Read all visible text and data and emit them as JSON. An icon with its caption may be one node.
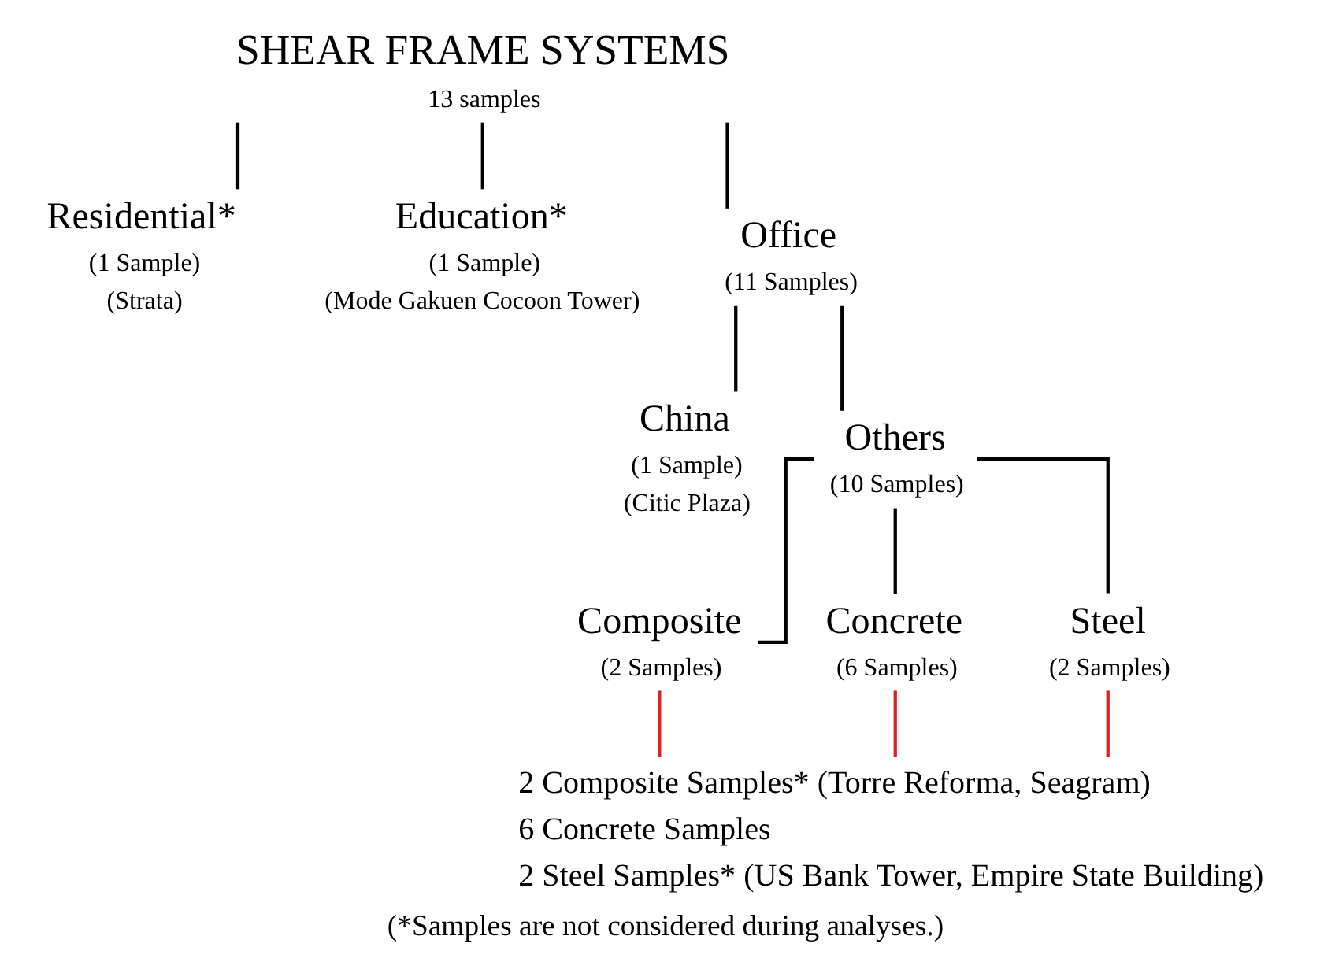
{
  "diagram": {
    "caption": "(*Samples are not considered during analyses.)",
    "nodes": [
      {
        "text": [
          "SHEAR FRAME SYSTEMS",
          "13 samples"
        ]
      },
      {
        "text": [
          "Residential*",
          "(1 Sample)",
          "(Strata)"
        ]
      },
      {
        "text": [
          "Education*",
          "(1 Sample)",
          "(Mode Gakuen Cocoon Tower)"
        ]
      },
      {
        "text": [
          "Office",
          "(11 Samples)"
        ]
      },
      {
        "text": [
          "China",
          "(1 Sample)",
          "(Citic Plaza)"
        ]
      },
      {
        "text": [
          "Others",
          "(10 Samples)"
        ]
      },
      {
        "text": [
          "Composite",
          "(2 Samples)"
        ]
      },
      {
        "text": [
          "Concrete",
          "(6 Samples)"
        ]
      },
      {
        "text": [
          "Steel",
          "(2 Samples)"
        ]
      },
      {
        "text": [
          "2 Composite Samples* (Torre Reforma, Seagram)",
          "6 Concrete Samples",
          "2 Steel Samples* (US Bank Tower, Empire State Building)"
        ]
      }
    ],
    "edges": [
      {
        "from": 0,
        "to": 1,
        "arrow": "none"
      },
      {
        "from": 0,
        "to": 2,
        "arrow": "none"
      },
      {
        "from": 0,
        "to": 3,
        "arrow": "none"
      },
      {
        "from": 3,
        "to": 4,
        "arrow": "none"
      },
      {
        "from": 3,
        "to": 5,
        "arrow": "none"
      },
      {
        "from": 5,
        "to": 6,
        "arrow": "none"
      },
      {
        "from": 5,
        "to": 7,
        "arrow": "none"
      },
      {
        "from": 5,
        "to": 8,
        "arrow": "none"
      },
      {
        "from": 6,
        "to": 9,
        "arrow": "none",
        "color": "#e02020"
      },
      {
        "from": 7,
        "to": 9,
        "arrow": "none",
        "color": "#e02020"
      },
      {
        "from": 8,
        "to": 9,
        "arrow": "none",
        "color": "#e02020"
      }
    ]
  }
}
